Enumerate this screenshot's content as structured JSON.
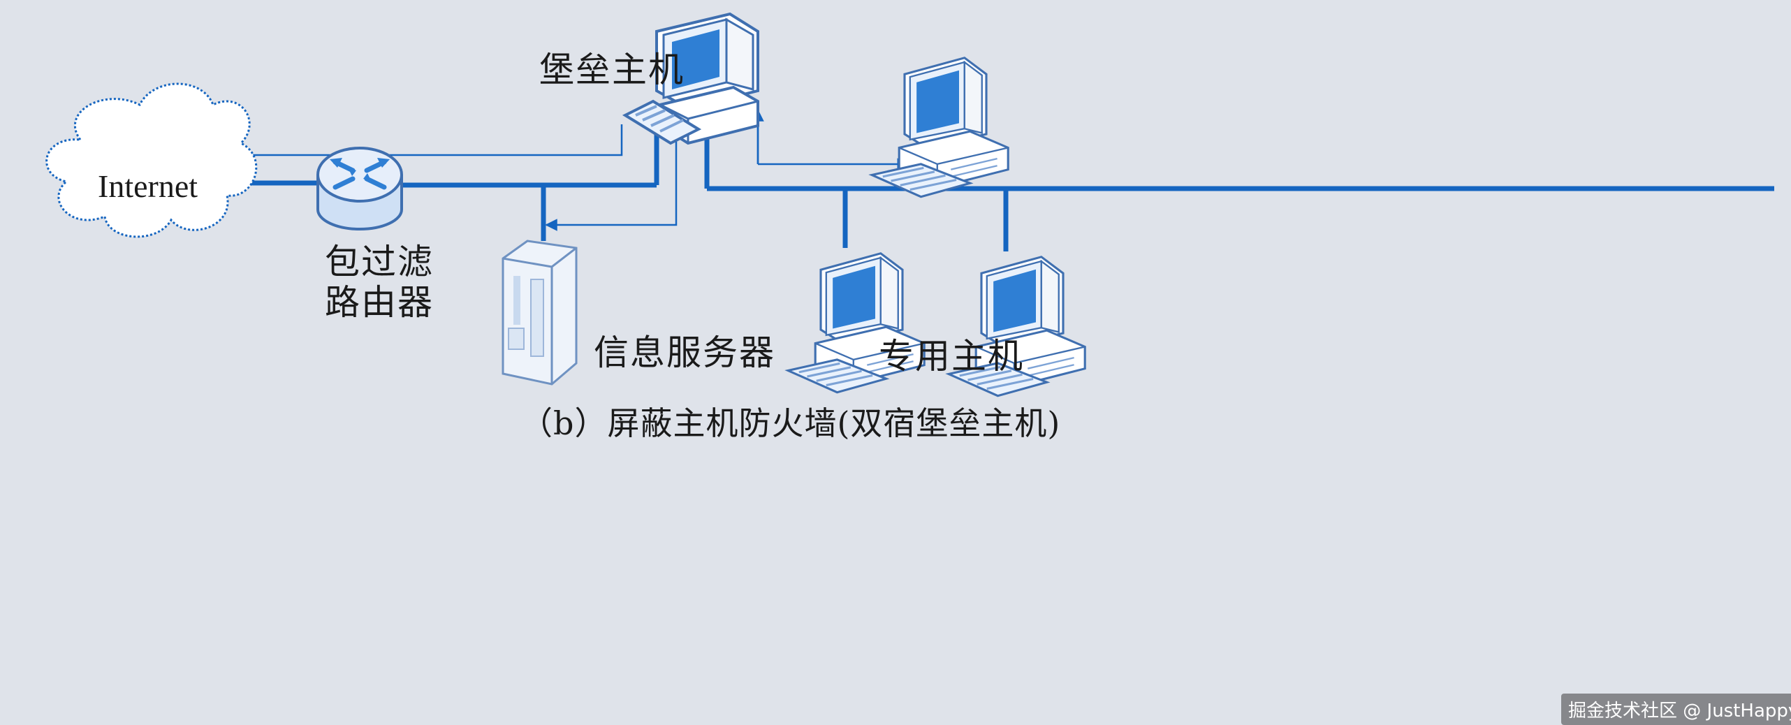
{
  "labels": {
    "internet": "Internet",
    "packet_filter_router_line1": "包过滤",
    "packet_filter_router_line2": "路由器",
    "bastion_host": "堡垒主机",
    "info_server": "信息服务器",
    "private_hosts": "专用主机",
    "caption": "（b）屏蔽主机防火墙(双宿堡垒主机)"
  },
  "watermark": "掘金技术社区 @ JustHappy",
  "colors": {
    "line": "#1565c0",
    "device_fill": "#ffffff",
    "device_stroke": "#3f6fb0",
    "screen": "#2f7fd4",
    "background": "#dfe3ea"
  }
}
